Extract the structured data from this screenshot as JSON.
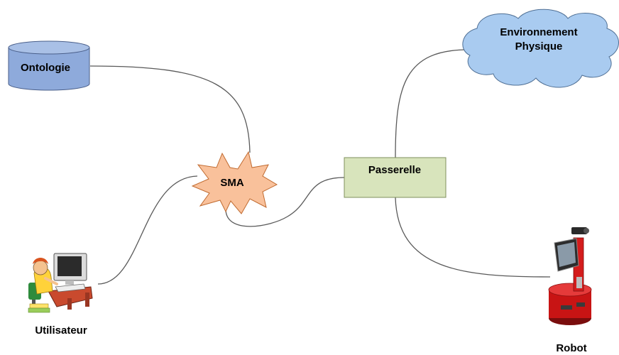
{
  "nodes": {
    "ontologie": "Ontologie",
    "sma": "SMA",
    "passerelle": "Passerelle",
    "environnement_line1": "Environnement",
    "environnement_line2": "Physique",
    "utilisateur": "Utilisateur",
    "robot": "Robot"
  },
  "colors": {
    "database_fill": "#8eaadb",
    "star_fill": "#f9c19b",
    "gateway_fill": "#d8e4bc",
    "cloud_fill": "#a9cbf0",
    "connector": "#595959"
  },
  "icons": {
    "user": "user-at-computer-icon",
    "robot": "red-robot-icon"
  }
}
